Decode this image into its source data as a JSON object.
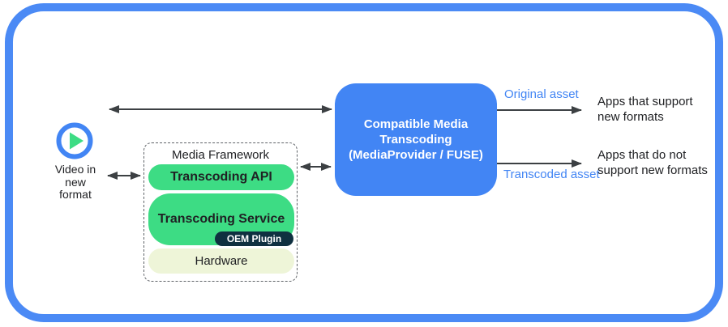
{
  "diagram": {
    "source": {
      "icon": "play-icon",
      "label_lines": [
        "Video in",
        "new",
        "format"
      ]
    },
    "media_framework": {
      "title": "Media Framework",
      "api_label": "Transcoding API",
      "service_label": "Transcoding Service",
      "oem_badge": "OEM Plugin",
      "hardware_label": "Hardware"
    },
    "transcoder": {
      "lines": [
        "Compatible Media",
        "Transcoding",
        "(MediaProvider / FUSE)"
      ]
    },
    "outputs": {
      "original_label": "Original asset",
      "original_target": "Apps that support new formats",
      "transcoded_label": "Transcoded asset",
      "transcoded_target": "Apps that do not support new formats"
    },
    "colors": {
      "frame_blue": "#4b8af5",
      "transcoder_blue": "#4285f4",
      "android_green": "#3ddc84",
      "hardware_cream": "#eef5d8",
      "oem_navy": "#0f3040",
      "arrow_gray": "#3c4043",
      "asset_label_blue": "#4285f4"
    }
  }
}
